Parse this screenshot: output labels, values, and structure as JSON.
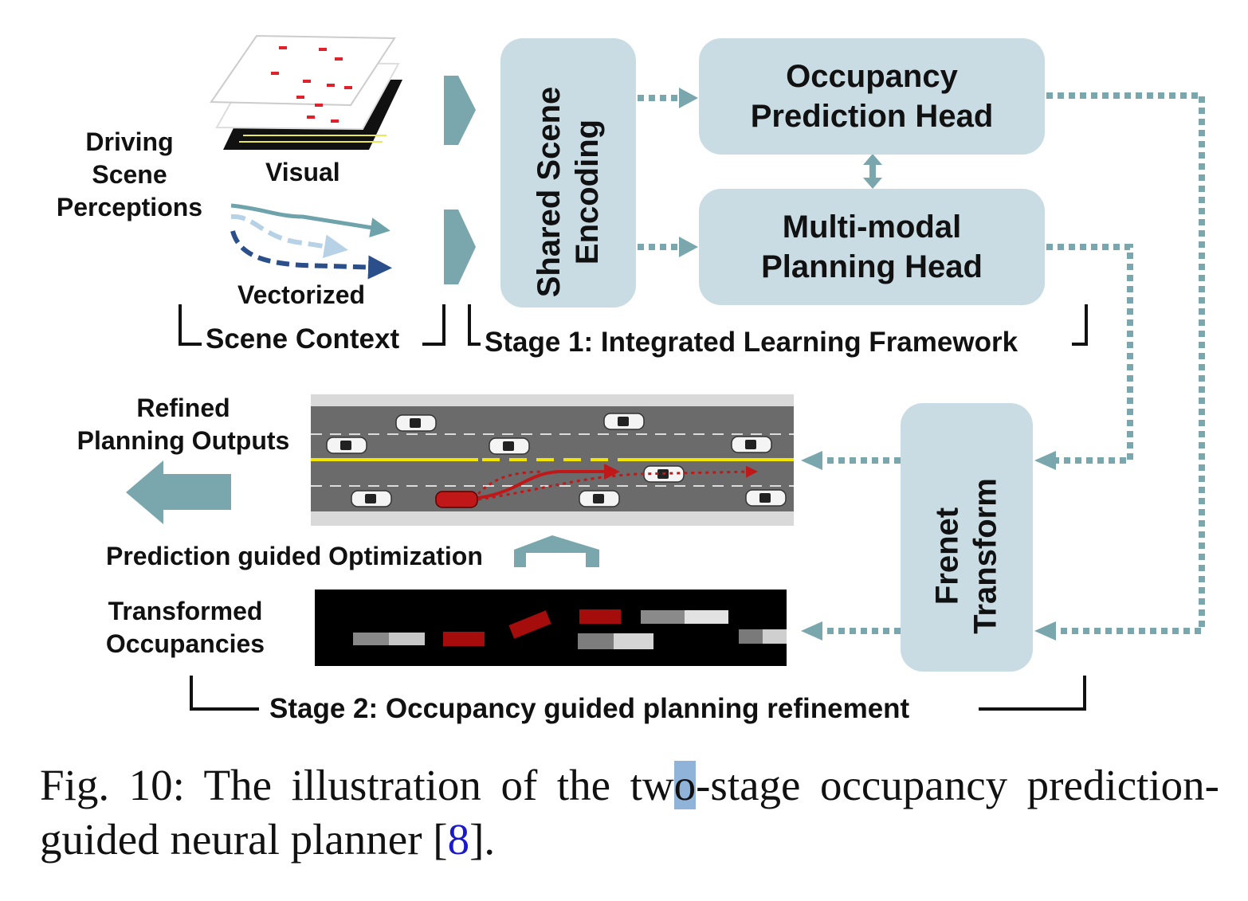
{
  "inputs": {
    "driving_scene_perceptions": [
      "Driving",
      "Scene",
      "Perceptions"
    ],
    "visual_label": "Visual",
    "vectorized_label": "Vectorized",
    "scene_context_label": "Scene Context"
  },
  "stage1": {
    "shared_encoding": [
      "Shared Scene",
      "Encoding"
    ],
    "occupancy_head": [
      "Occupancy",
      "Prediction Head"
    ],
    "planning_head": [
      "Multi-modal",
      "Planning Head"
    ],
    "label": "Stage 1: Integrated Learning Framework"
  },
  "stage2": {
    "refined_outputs": [
      "Refined",
      "Planning Outputs"
    ],
    "prediction_guided": "Prediction guided Optimization",
    "transformed_occupancies": [
      "Transformed",
      "Occupancies"
    ],
    "frenet_transform": [
      "Frenet",
      "Transform"
    ],
    "label": "Stage 2: Occupancy guided planning refinement"
  },
  "caption": {
    "prefix": "Fig. 10: The illustration of the tw",
    "highlight": "o",
    "middle": "-stage occupancy prediction-guided neural planner [",
    "ref": "8",
    "suffix": "]."
  },
  "colors": {
    "box_fill": "#c9dce3",
    "arrow_teal": "#7aa7ad",
    "road_gray": "#6b6b6b",
    "lane_yellow": "#f2e600",
    "ego_red": "#c01818",
    "occupancy_red": "#a50d0d"
  }
}
